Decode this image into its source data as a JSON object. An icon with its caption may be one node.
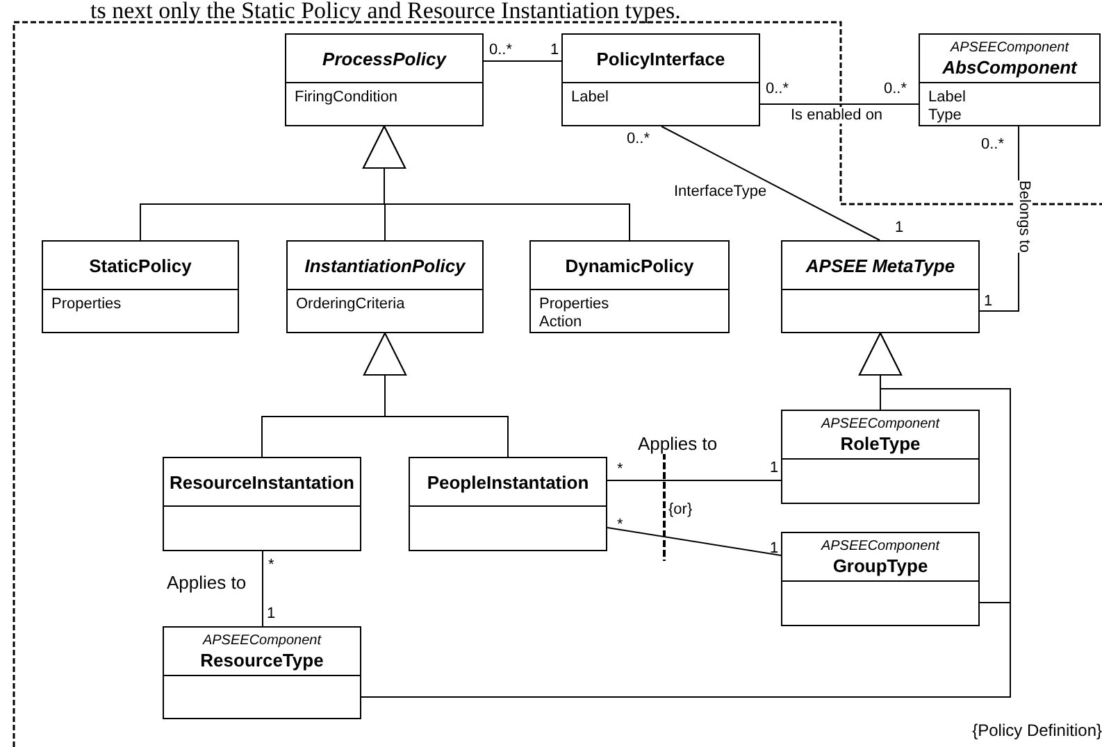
{
  "diagram": {
    "nodes": [
      {
        "text": [
          "ProcessPolicy",
          "FiringCondition"
        ]
      },
      {
        "text": [
          "PolicyInterface",
          "Label"
        ]
      },
      {
        "text": [
          "APSEEComponent",
          "AbsComponent",
          "Label",
          "Type"
        ]
      },
      {
        "text": [
          "StaticPolicy",
          "Properties"
        ]
      },
      {
        "text": [
          "InstantiationPolicy",
          "OrderingCriteria"
        ]
      },
      {
        "text": [
          "DynamicPolicy",
          "Properties",
          "Action"
        ]
      },
      {
        "text": [
          "APSEE MetaType"
        ]
      },
      {
        "text": [
          "ResourceInstantation"
        ]
      },
      {
        "text": [
          "PeopleInstantation"
        ]
      },
      {
        "text": [
          "APSEEComponent",
          "RoleType"
        ]
      },
      {
        "text": [
          "APSEEComponent",
          "GroupType"
        ]
      },
      {
        "text": [
          "APSEEComponent",
          "ResourceType"
        ]
      }
    ],
    "edges": [
      {
        "from": 3,
        "to": 0,
        "arrow": "to"
      },
      {
        "from": 4,
        "to": 0,
        "arrow": "to"
      },
      {
        "from": 5,
        "to": 0,
        "arrow": "to"
      },
      {
        "from": 0,
        "to": 1,
        "arrow": "none"
      },
      {
        "from": 1,
        "to": 2,
        "arrow": "none",
        "label": "Is enabled on"
      },
      {
        "from": 1,
        "to": 6,
        "arrow": "none",
        "label": "InterfaceType"
      },
      {
        "from": 2,
        "to": 6,
        "arrow": "none",
        "label": "Belongs to"
      },
      {
        "from": 7,
        "to": 4,
        "arrow": "to"
      },
      {
        "from": 8,
        "to": 4,
        "arrow": "to"
      },
      {
        "from": 9,
        "to": 6,
        "arrow": "to"
      },
      {
        "from": 10,
        "to": 6,
        "arrow": "to"
      },
      {
        "from": 11,
        "to": 6,
        "arrow": "to"
      },
      {
        "from": 8,
        "to": 9,
        "arrow": "none",
        "label": "Applies to"
      },
      {
        "from": 8,
        "to": 10,
        "arrow": "none"
      },
      {
        "from": 7,
        "to": 11,
        "arrow": "none",
        "label": "Applies to"
      }
    ],
    "labels": [
      "ts next only the Static Policy and Resource Instantiation types.",
      "0..*",
      "1",
      "0..*",
      "0..*",
      "0..*",
      "0..*",
      "1",
      "1",
      "*",
      "1",
      "{or}",
      "*",
      "1",
      "*",
      "1",
      "{Policy Definition}"
    ]
  }
}
